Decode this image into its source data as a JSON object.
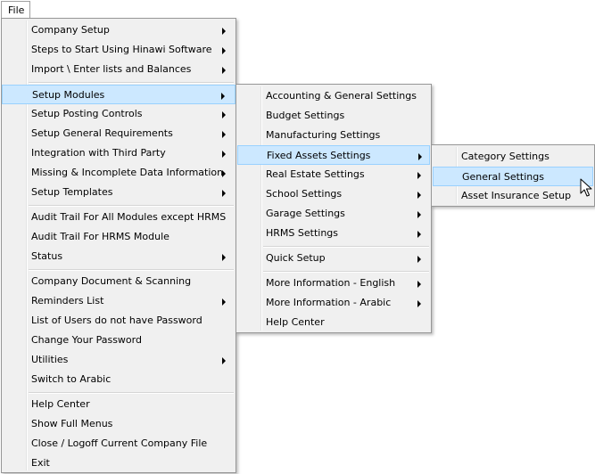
{
  "menubar": {
    "file_label": "File"
  },
  "main_menu": {
    "items": [
      {
        "label": "Company Setup"
      },
      {
        "label": "Steps to Start Using Hinawi Software"
      },
      {
        "label": "Import \\ Enter lists and Balances"
      },
      {
        "label": "Setup Modules"
      },
      {
        "label": "Setup Posting Controls"
      },
      {
        "label": "Setup General Requirements"
      },
      {
        "label": "Integration with Third Party"
      },
      {
        "label": "Missing & Incomplete Data Information"
      },
      {
        "label": "Setup Templates"
      },
      {
        "label": "Audit Trail For All Modules except HRMS"
      },
      {
        "label": "Audit Trail For HRMS Module"
      },
      {
        "label": "Status"
      },
      {
        "label": "Company Document & Scanning"
      },
      {
        "label": "Reminders List"
      },
      {
        "label": "List of Users do not have Password"
      },
      {
        "label": "Change Your  Password"
      },
      {
        "label": "Utilities"
      },
      {
        "label": "Switch to Arabic"
      },
      {
        "label": "Help Center"
      },
      {
        "label": "Show Full Menus"
      },
      {
        "label": "Close / Logoff Current Company File"
      },
      {
        "label": "Exit"
      }
    ]
  },
  "setup_modules_menu": {
    "items": [
      {
        "label": "Accounting & General Settings"
      },
      {
        "label": "Budget Settings"
      },
      {
        "label": "Manufacturing Settings"
      },
      {
        "label": "Fixed Assets Settings"
      },
      {
        "label": "Real Estate Settings"
      },
      {
        "label": "School Settings"
      },
      {
        "label": "Garage Settings"
      },
      {
        "label": "HRMS Settings"
      },
      {
        "label": "Quick Setup"
      },
      {
        "label": "More Information - English"
      },
      {
        "label": "More Information - Arabic"
      },
      {
        "label": "Help Center"
      }
    ]
  },
  "fixed_assets_menu": {
    "items": [
      {
        "label": "Category Settings"
      },
      {
        "label": "General Settings"
      },
      {
        "label": "Asset Insurance Setup"
      }
    ]
  },
  "colors": {
    "highlight": "#cce8ff",
    "highlight_border": "#99d1ff",
    "menu_bg": "#f0f0f0"
  },
  "icons": {
    "submenu_arrow": "chevron-right-icon",
    "cursor": "mouse-pointer-icon"
  }
}
